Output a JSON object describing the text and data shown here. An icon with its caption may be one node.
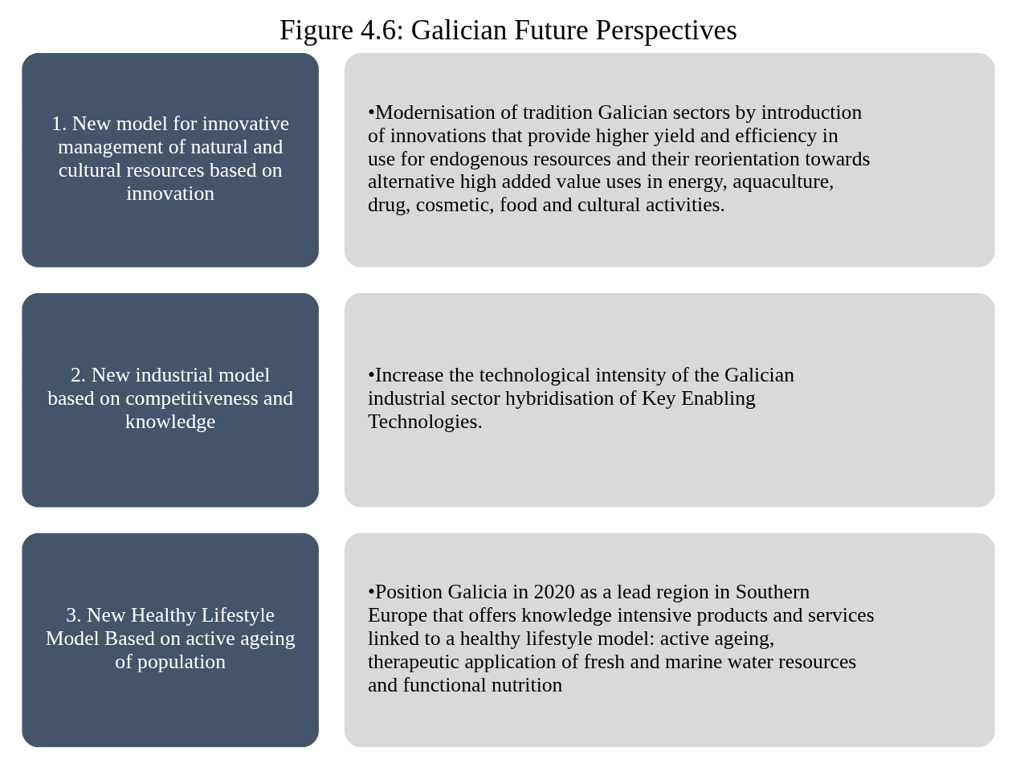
{
  "diagram": {
    "title": "Figure 4.6: Galician Future Perspectives",
    "nodes": [
      {
        "text": [
          "1. New model for innovative management of natural and cultural resources based on innovation"
        ]
      },
      {
        "text": [
          "•Modernisation of tradition Galician sectors by introduction of innovations that provide higher yield and efficiency in use for endogenous resources and their reorientation towards alternative high added value uses in energy, aquaculture, drug, cosmetic, food and cultural activities."
        ]
      },
      {
        "text": [
          "2. New industrial model based on competitiveness and knowledge"
        ]
      },
      {
        "text": [
          "•Increase the technological intensity of the Galician industrial sector hybridisation of Key Enabling Technologies."
        ]
      },
      {
        "text": [
          "3. New Healthy Lifestyle Model Based on active ageing of population"
        ]
      },
      {
        "text": [
          "•Position Galicia in 2020 as a lead region in Southern Europe that offers knowledge intensive products and services linked to a healthy lifestyle model: active ageing, therapeutic application of fresh and marine water resources and functional nutrition"
        ]
      }
    ],
    "edges": []
  }
}
